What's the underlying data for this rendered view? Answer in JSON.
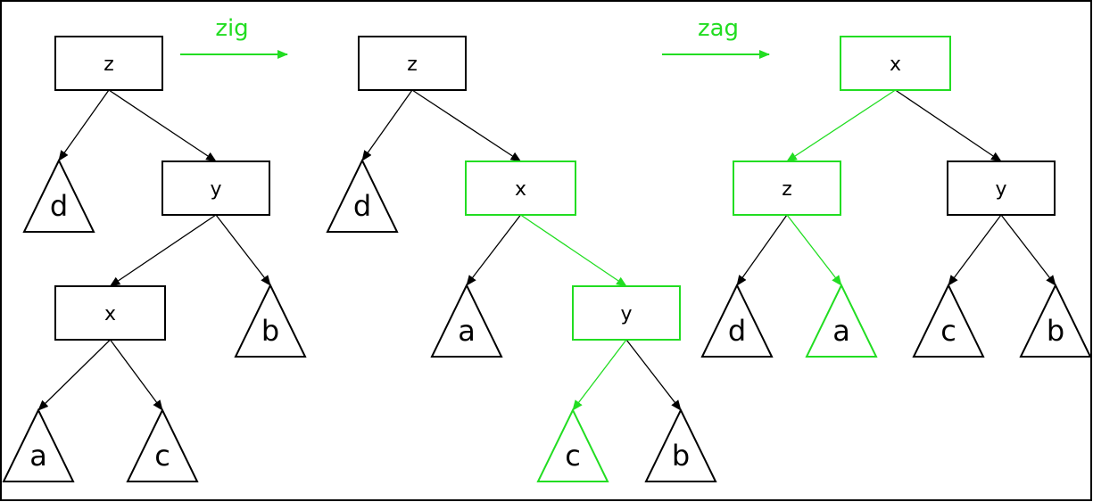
{
  "colors": {
    "normal": "#000000",
    "highlight": "#22dd22",
    "background": "#ffffff"
  },
  "operations": [
    {
      "id": "zig",
      "label": "zig"
    },
    {
      "id": "zag",
      "label": "zag"
    }
  ],
  "trees": [
    {
      "id": "initial",
      "nodes": [
        {
          "id": "z",
          "label": "z",
          "kind": "node",
          "highlight": false
        },
        {
          "id": "d",
          "label": "d",
          "kind": "leaf",
          "highlight": false
        },
        {
          "id": "y",
          "label": "y",
          "kind": "node",
          "highlight": false
        },
        {
          "id": "x",
          "label": "x",
          "kind": "node",
          "highlight": false
        },
        {
          "id": "b",
          "label": "b",
          "kind": "leaf",
          "highlight": false
        },
        {
          "id": "a",
          "label": "a",
          "kind": "leaf",
          "highlight": false
        },
        {
          "id": "c",
          "label": "c",
          "kind": "leaf",
          "highlight": false
        }
      ],
      "edges": [
        {
          "from": "z",
          "to": "d",
          "highlight": false
        },
        {
          "from": "z",
          "to": "y",
          "highlight": false
        },
        {
          "from": "y",
          "to": "x",
          "highlight": false
        },
        {
          "from": "y",
          "to": "b",
          "highlight": false
        },
        {
          "from": "x",
          "to": "a",
          "highlight": false
        },
        {
          "from": "x",
          "to": "c",
          "highlight": false
        }
      ]
    },
    {
      "id": "after-zig",
      "nodes": [
        {
          "id": "z",
          "label": "z",
          "kind": "node",
          "highlight": false
        },
        {
          "id": "d",
          "label": "d",
          "kind": "leaf",
          "highlight": false
        },
        {
          "id": "x",
          "label": "x",
          "kind": "node",
          "highlight": true
        },
        {
          "id": "a",
          "label": "a",
          "kind": "leaf",
          "highlight": false
        },
        {
          "id": "y",
          "label": "y",
          "kind": "node",
          "highlight": true
        },
        {
          "id": "c",
          "label": "c",
          "kind": "leaf",
          "highlight": true
        },
        {
          "id": "b",
          "label": "b",
          "kind": "leaf",
          "highlight": false
        }
      ],
      "edges": [
        {
          "from": "z",
          "to": "d",
          "highlight": false
        },
        {
          "from": "z",
          "to": "x",
          "highlight": false
        },
        {
          "from": "x",
          "to": "a",
          "highlight": false
        },
        {
          "from": "x",
          "to": "y",
          "highlight": true
        },
        {
          "from": "y",
          "to": "c",
          "highlight": true
        },
        {
          "from": "y",
          "to": "b",
          "highlight": false
        }
      ]
    },
    {
      "id": "after-zag",
      "nodes": [
        {
          "id": "x",
          "label": "x",
          "kind": "node",
          "highlight": true
        },
        {
          "id": "z",
          "label": "z",
          "kind": "node",
          "highlight": true
        },
        {
          "id": "y",
          "label": "y",
          "kind": "node",
          "highlight": false
        },
        {
          "id": "d",
          "label": "d",
          "kind": "leaf",
          "highlight": false
        },
        {
          "id": "a",
          "label": "a",
          "kind": "leaf",
          "highlight": true
        },
        {
          "id": "c",
          "label": "c",
          "kind": "leaf",
          "highlight": false
        },
        {
          "id": "b",
          "label": "b",
          "kind": "leaf",
          "highlight": false
        }
      ],
      "edges": [
        {
          "from": "x",
          "to": "z",
          "highlight": true
        },
        {
          "from": "x",
          "to": "y",
          "highlight": false
        },
        {
          "from": "z",
          "to": "d",
          "highlight": false
        },
        {
          "from": "z",
          "to": "a",
          "highlight": true
        },
        {
          "from": "y",
          "to": "c",
          "highlight": false
        },
        {
          "from": "y",
          "to": "b",
          "highlight": false
        }
      ]
    }
  ]
}
